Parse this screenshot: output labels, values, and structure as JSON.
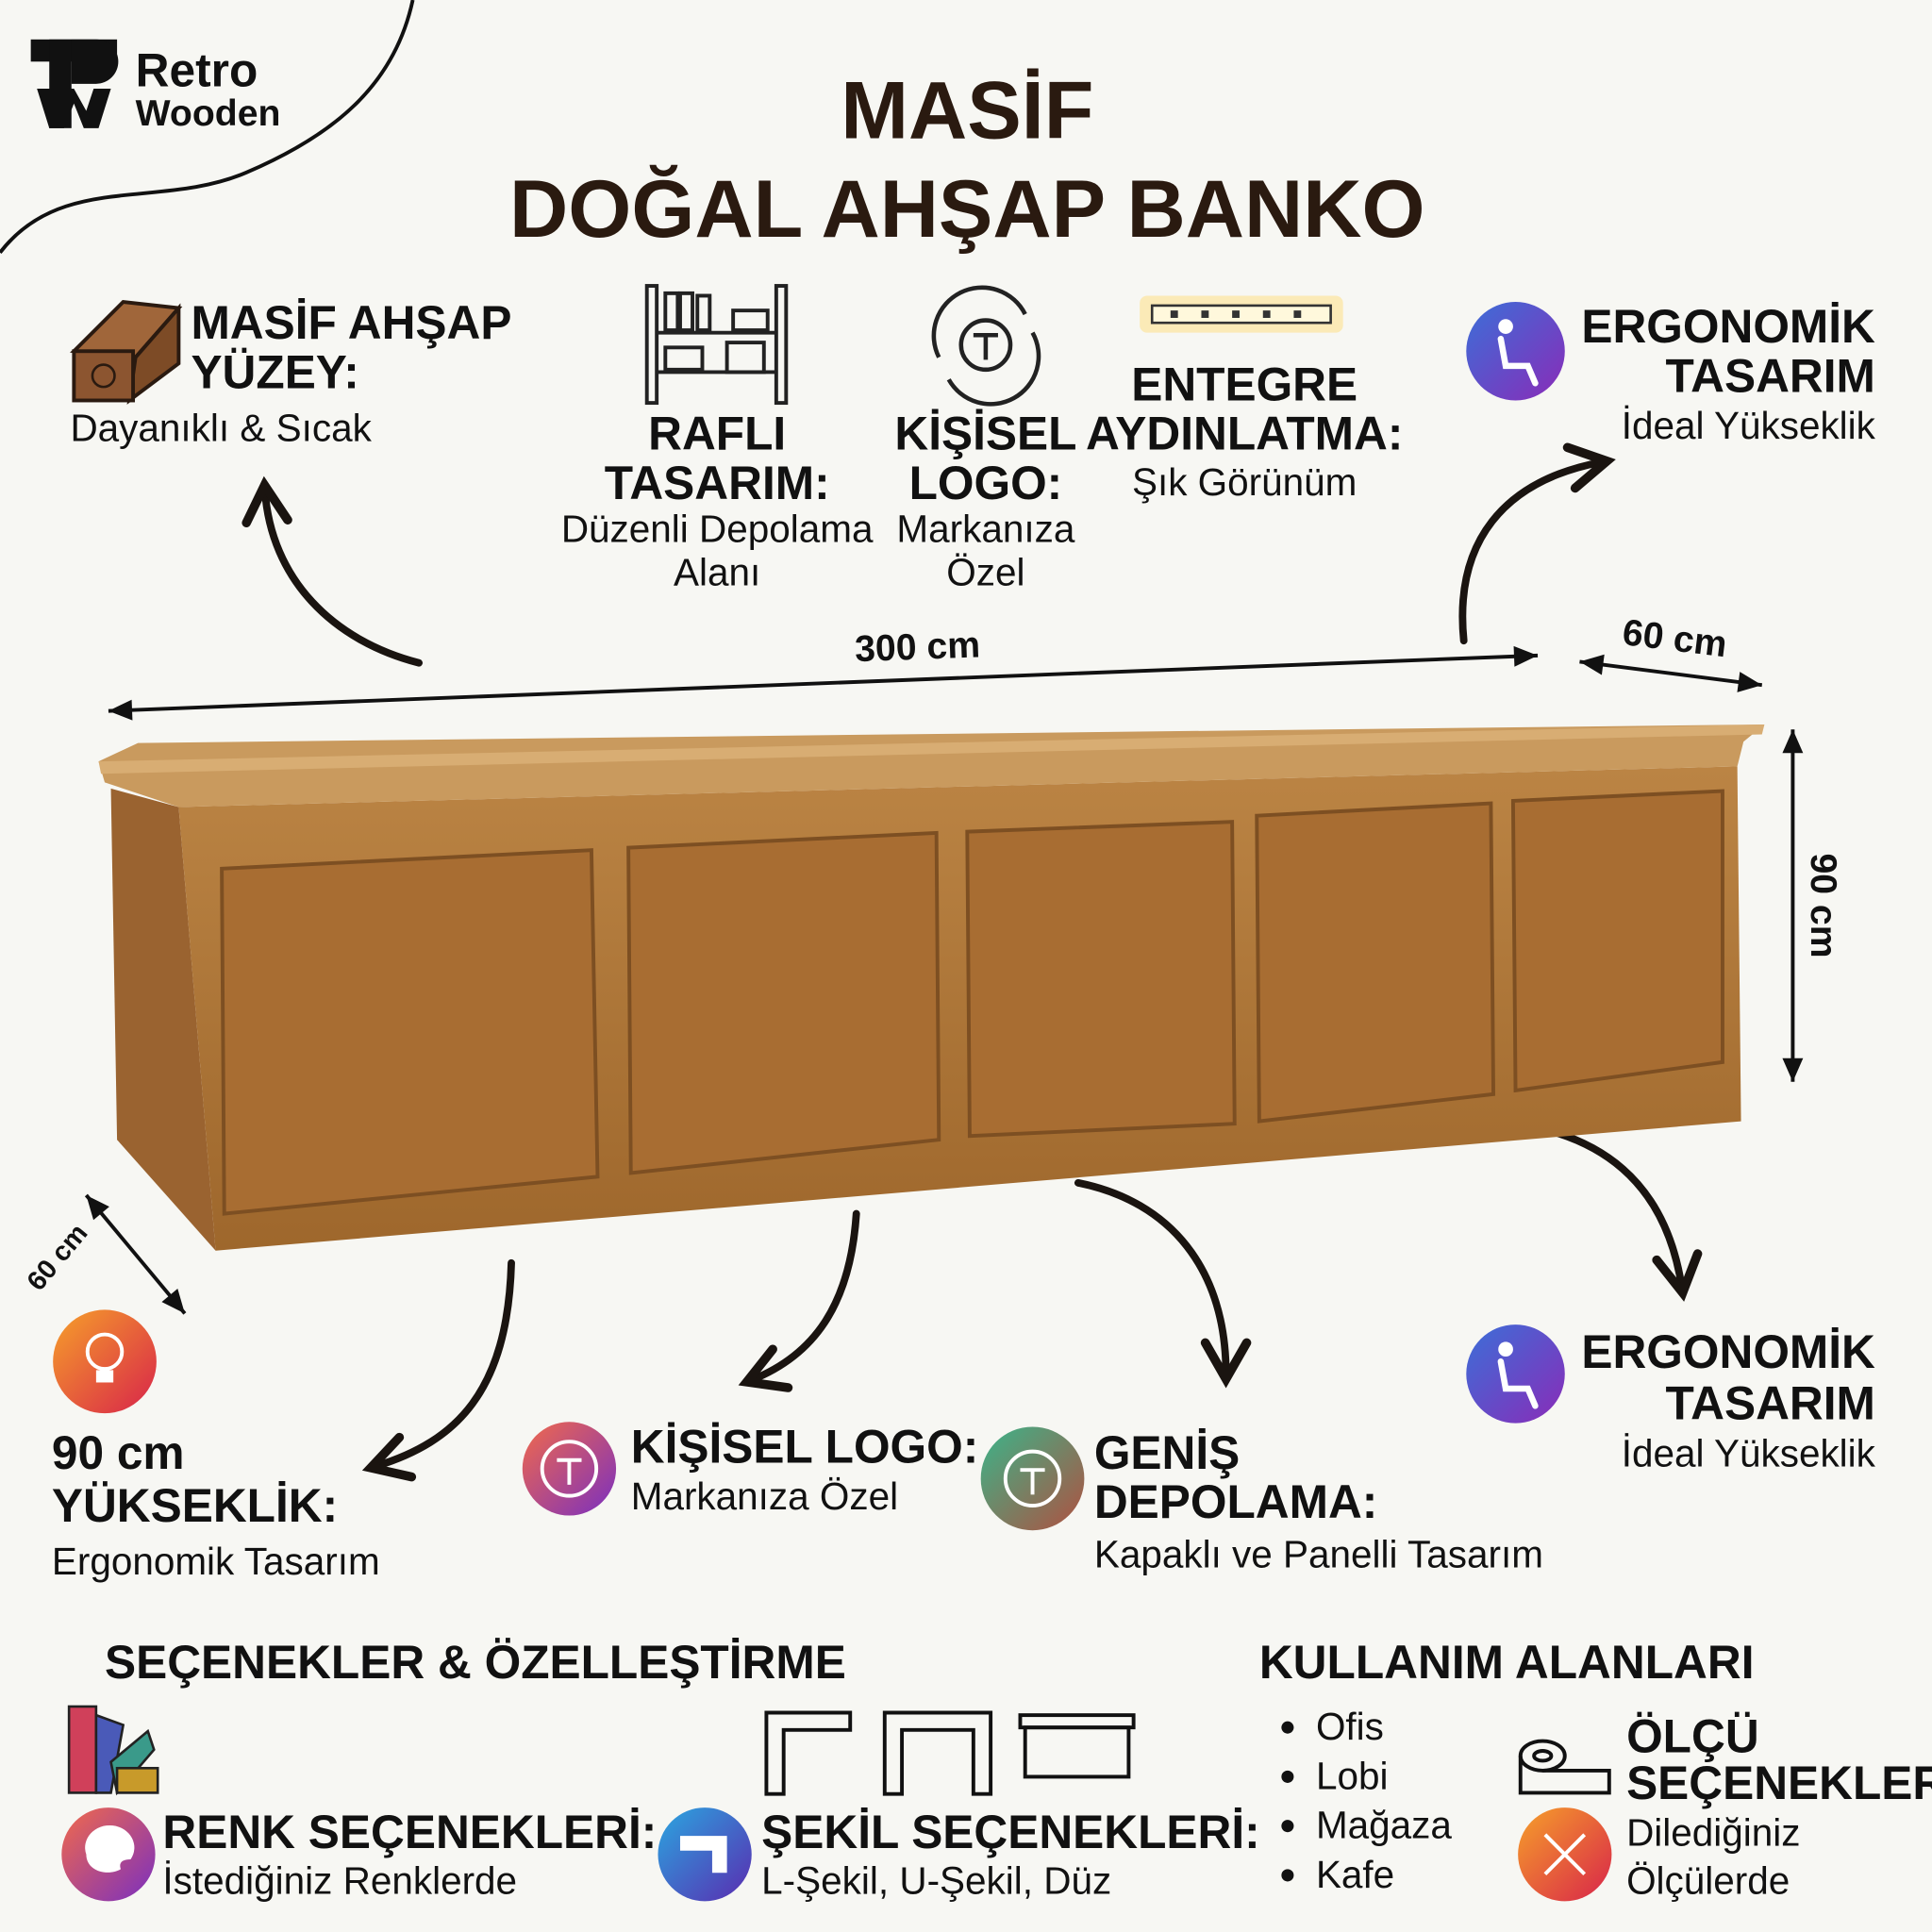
{
  "logo": {
    "line1": "Retro",
    "line2": "Wooden"
  },
  "title": {
    "line1": "MASİF",
    "line2": "DOĞAL AHŞAP BANKO"
  },
  "features_top": [
    {
      "icon": "wood-block-icon",
      "title1": "MASİF AHŞAP",
      "title2": "YÜZEY:",
      "sub1": "Dayanıklı & Sıcak"
    },
    {
      "icon": "shelf-icon",
      "title1": "RAFLI",
      "title2": "TASARIM:",
      "sub1": "Düzenli Depolama",
      "sub2": "Alanı"
    },
    {
      "icon": "logo-rotate-icon",
      "title1": "KİŞİSEL",
      "title2": "LOGO:",
      "sub1": "Markanıza",
      "sub2": "Özel"
    },
    {
      "icon": "led-strip-icon",
      "title1": "ENTEGRE",
      "title2": "AYDINLATMA:",
      "sub1": "Şık Görünüm"
    },
    {
      "icon": "ergonomic-seat-icon",
      "title1": "ERGONOMİK",
      "title2": "TASARIM",
      "sub1": "İdeal Yükseklik"
    }
  ],
  "dimensions": {
    "width": "300 cm",
    "depth_top": "60 cm",
    "height": "90 cm",
    "depth_left": "60 cm"
  },
  "features_bottom": [
    {
      "icon": "bulb-icon",
      "title1": "90 cm",
      "title2": "YÜKSEKLİK:",
      "sub1": "Ergonomik Tasarım"
    },
    {
      "icon": "logo-icon",
      "title1": "KİŞİSEL LOGO:",
      "sub1": "Markanıza Özel"
    },
    {
      "icon": "storage-icon",
      "title1": "GENİŞ",
      "title2": "DEPOLAMA:",
      "sub1": "Kapaklı ve Panelli Tasarım"
    },
    {
      "icon": "ergonomic-seat-icon",
      "title1": "ERGONOMİK",
      "title2": "TASARIM",
      "sub1": "İdeal Yükseklik"
    }
  ],
  "options": {
    "heading": "SEÇENEKLER & ÖZELLEŞTİRME",
    "color": {
      "title": "RENK SEÇENEKLERİ:",
      "sub": "İstediğiniz Renklerde"
    },
    "shape": {
      "title": "ŞEKİL SEÇENEKLERİ:",
      "sub": "L-Şekil, U-Şekil, Düz"
    }
  },
  "usage": {
    "heading": "KULLANIM ALANLARI",
    "items": [
      "Ofis",
      "Lobi",
      "Mağaza",
      "Kafe"
    ],
    "size": {
      "title1": "ÖLÇÜ",
      "title2": "SEÇENEKLERİ:",
      "sub1": "Dilediğiniz",
      "sub2": "Ölçülerde"
    }
  },
  "colors": {
    "wood": "#b07a3c",
    "title": "#2a1a10"
  }
}
